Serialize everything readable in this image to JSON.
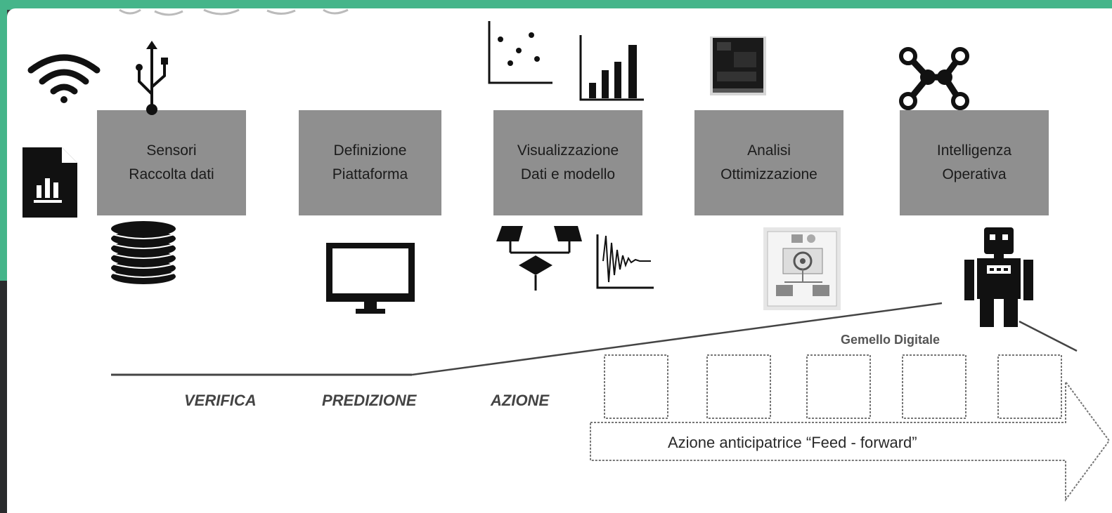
{
  "stages": [
    {
      "line1": "Sensori",
      "line2": "Raccolta dati"
    },
    {
      "line1": "Definizione",
      "line2": "Piattaforma"
    },
    {
      "line1": "Visualizzazione",
      "line2": "Dati e modello"
    },
    {
      "line1": "Analisi",
      "line2": "Ottimizzazione"
    },
    {
      "line1": "Intelligenza",
      "line2": "Operativa"
    }
  ],
  "phases": [
    "VERIFICA",
    "PREDIZIONE",
    "AZIONE"
  ],
  "twin_label": "Gemello Digitale",
  "feed_forward_label": "Azione anticipatrice “Feed - forward”",
  "icons": [
    "wifi-icon",
    "usb-icon",
    "report-document-icon",
    "database-icon",
    "monitor-icon",
    "scatter-plot-icon",
    "bar-chart-icon",
    "screen-panel-icon",
    "network-graph-icon",
    "decision-flow-icon",
    "damped-signal-icon",
    "dashboard-card-icon",
    "robot-icon"
  ],
  "colors": {
    "frame_accent": "#45b58a",
    "stage_box": "#8f8f8f",
    "icon": "#111111"
  }
}
